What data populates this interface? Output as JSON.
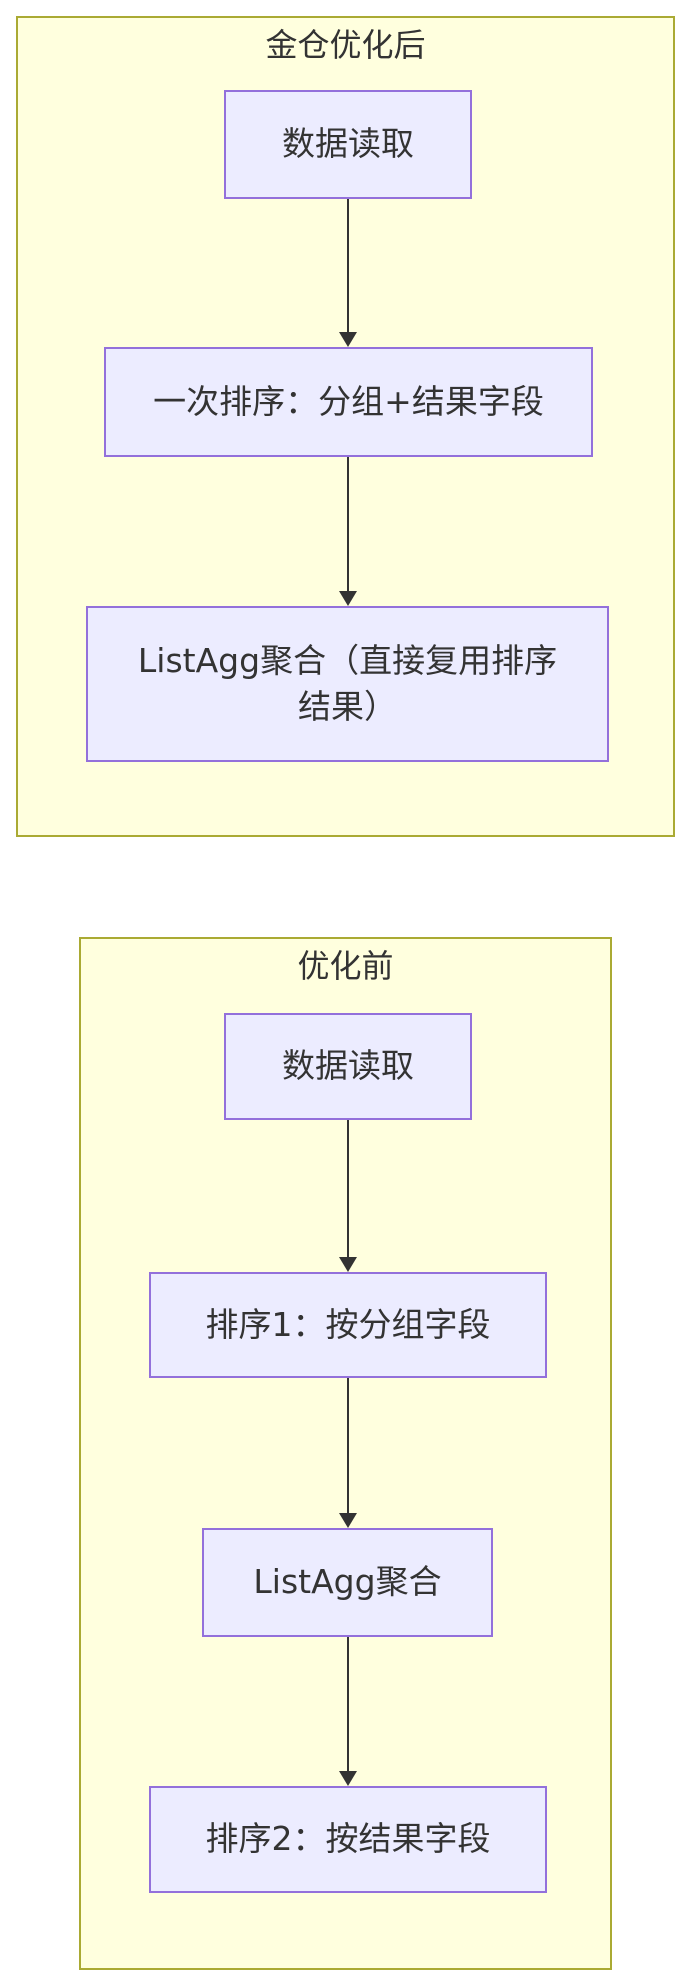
{
  "diagram": {
    "type": "flowchart",
    "direction": "top-down",
    "colors": {
      "background": "#FFFFFF",
      "subgraph_fill": "#FFFFDE",
      "subgraph_border": "#AAAA33",
      "node_fill": "#ECECFF",
      "node_border": "#9370DB",
      "edge": "#333333",
      "text": "#333333"
    },
    "subgraphs": [
      {
        "title": "金仓优化后",
        "nodes": [
          {
            "label": "数据读取"
          },
          {
            "label": "一次排序：分组+结果字段"
          },
          {
            "label": "ListAgg聚合（直接复用排序\n结果）"
          }
        ],
        "edges": [
          {
            "from": "数据读取",
            "to": "一次排序：分组+结果字段"
          },
          {
            "from": "一次排序：分组+结果字段",
            "to": "ListAgg聚合（直接复用排序结果）"
          }
        ]
      },
      {
        "title": "优化前",
        "nodes": [
          {
            "label": "数据读取"
          },
          {
            "label": "排序1：按分组字段"
          },
          {
            "label": "ListAgg聚合"
          },
          {
            "label": "排序2：按结果字段"
          }
        ],
        "edges": [
          {
            "from": "数据读取",
            "to": "排序1：按分组字段"
          },
          {
            "from": "排序1：按分组字段",
            "to": "ListAgg聚合"
          },
          {
            "from": "ListAgg聚合",
            "to": "排序2：按结果字段"
          }
        ]
      }
    ]
  }
}
